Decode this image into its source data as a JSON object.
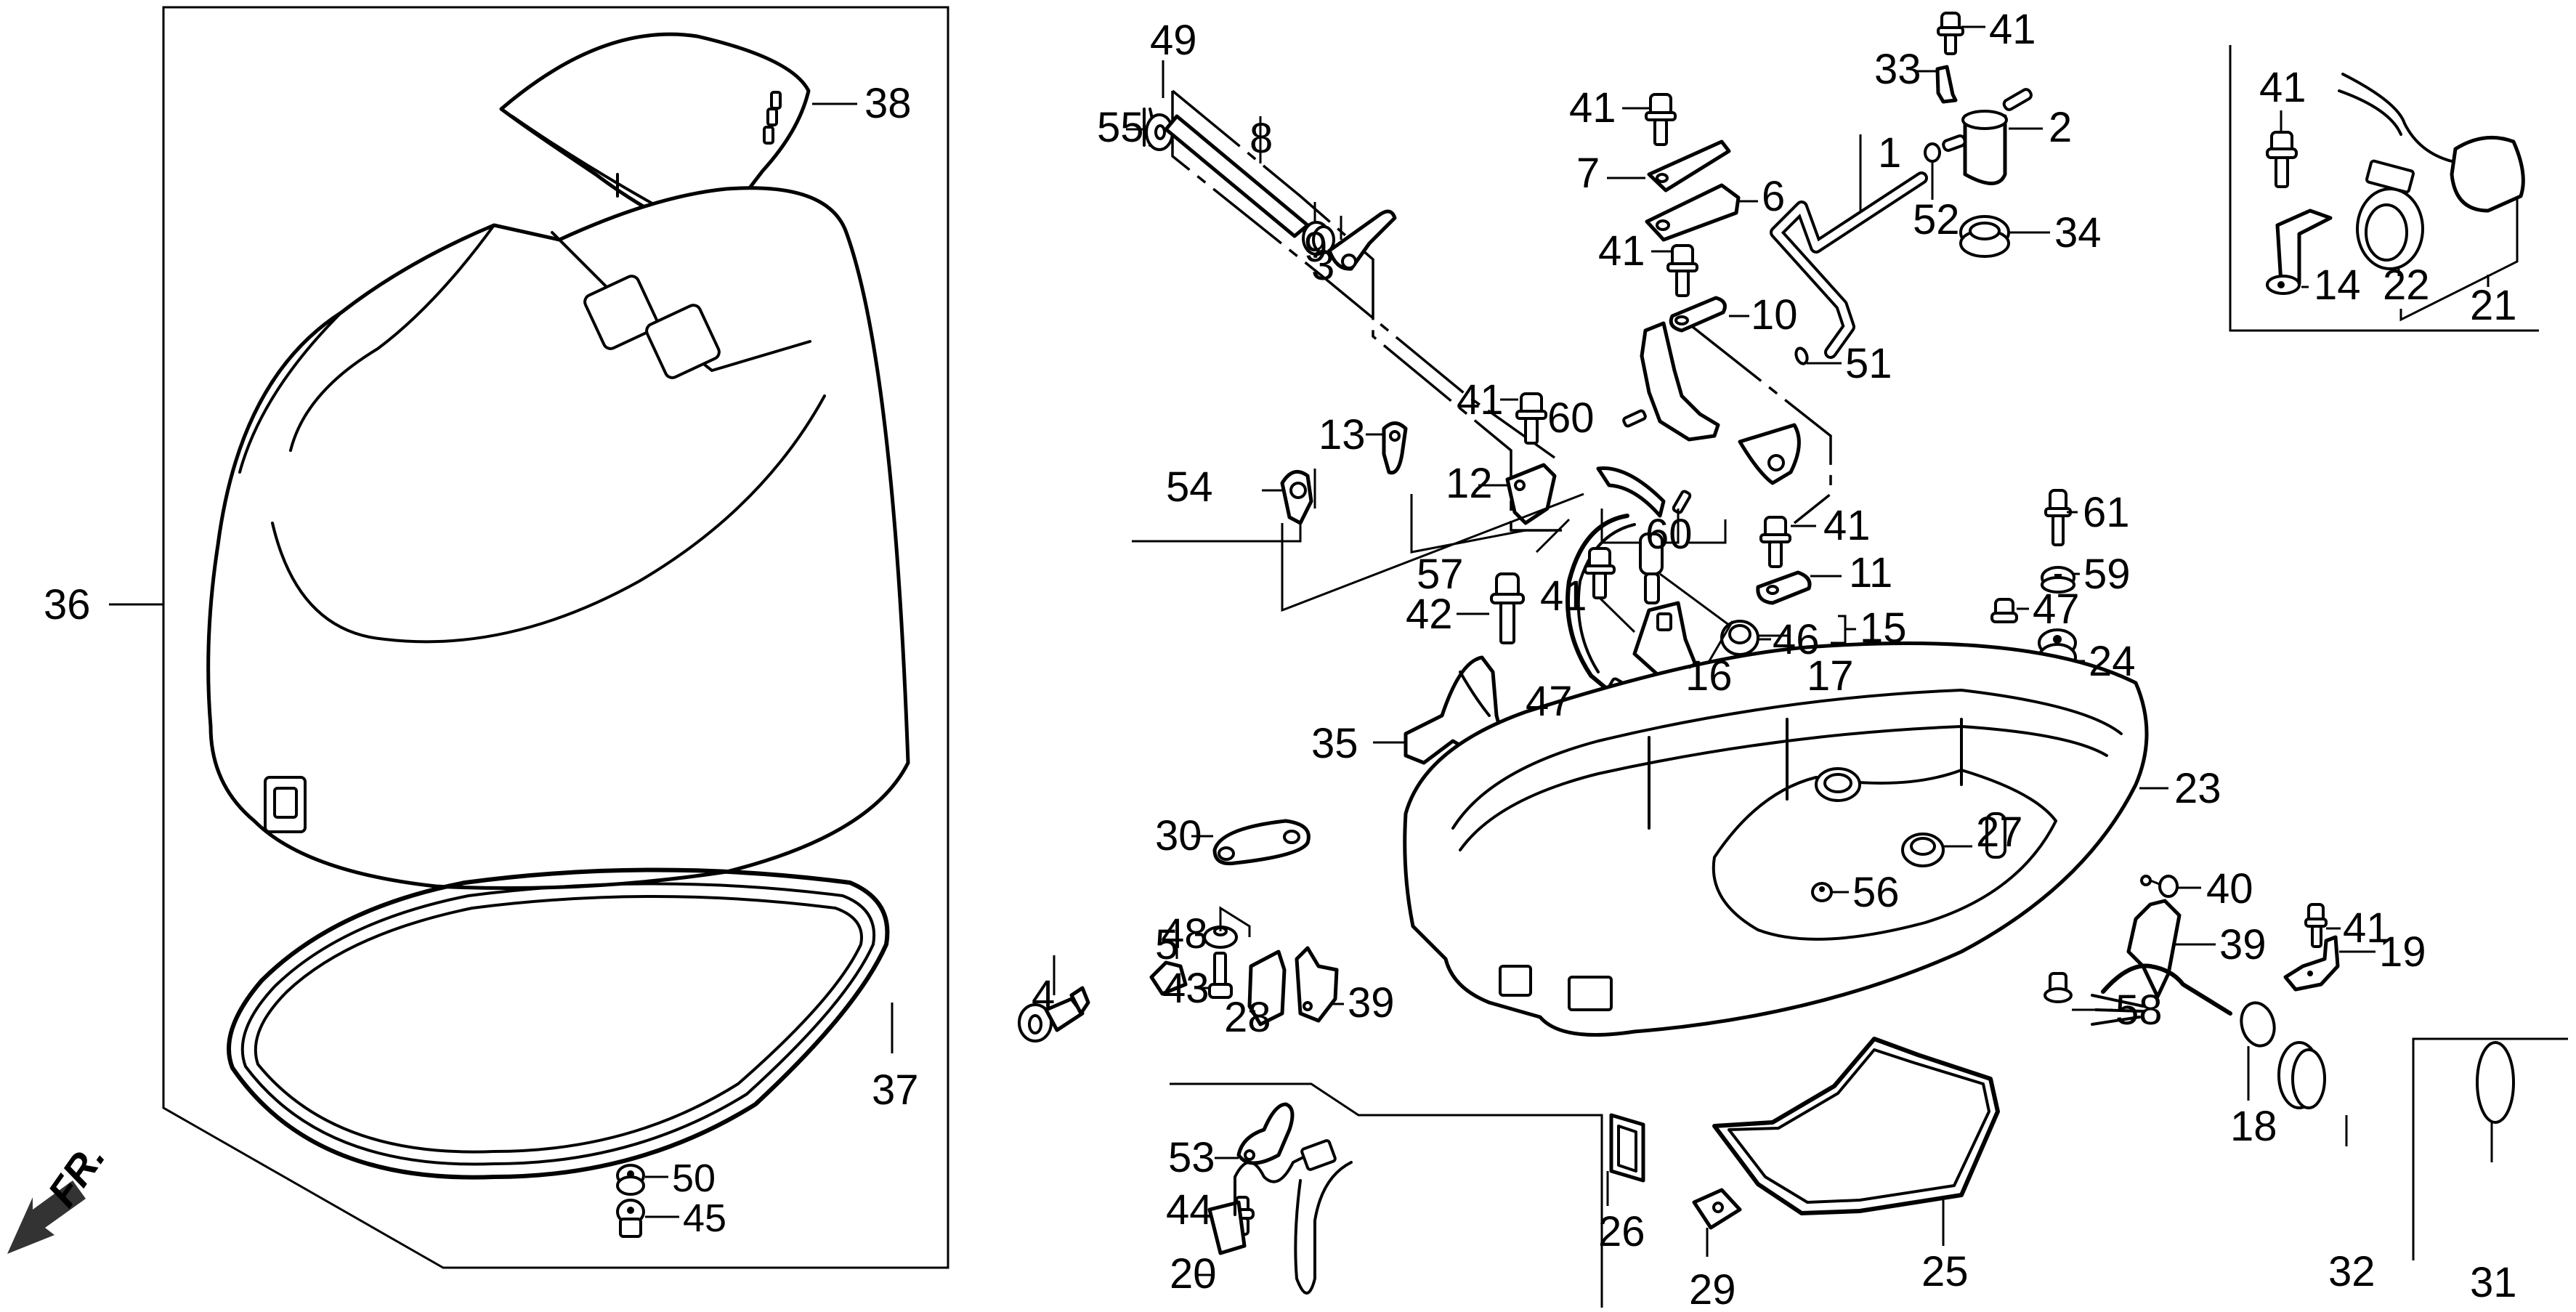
{
  "diagram": {
    "title": "Engine Cover / Under Case Exploded Parts Diagram",
    "direction_indicator": "FR.",
    "colors": {
      "ink": "#000000",
      "background": "#ffffff"
    },
    "callouts": [
      {
        "id": "c1",
        "label": "1"
      },
      {
        "id": "c2",
        "label": "2"
      },
      {
        "id": "c3",
        "label": "3"
      },
      {
        "id": "c4",
        "label": "4"
      },
      {
        "id": "c5",
        "label": "5"
      },
      {
        "id": "c6",
        "label": "6"
      },
      {
        "id": "c7",
        "label": "7"
      },
      {
        "id": "c8",
        "label": "8"
      },
      {
        "id": "c9",
        "label": "9"
      },
      {
        "id": "c10",
        "label": "10"
      },
      {
        "id": "c11",
        "label": "11"
      },
      {
        "id": "c12",
        "label": "12"
      },
      {
        "id": "c13",
        "label": "13"
      },
      {
        "id": "c14",
        "label": "14"
      },
      {
        "id": "c15",
        "label": "15"
      },
      {
        "id": "c16",
        "label": "16"
      },
      {
        "id": "c17",
        "label": "17"
      },
      {
        "id": "c18",
        "label": "18"
      },
      {
        "id": "c19",
        "label": "19"
      },
      {
        "id": "c20",
        "label": "20"
      },
      {
        "id": "c21",
        "label": "21"
      },
      {
        "id": "c22",
        "label": "22"
      },
      {
        "id": "c23",
        "label": "23"
      },
      {
        "id": "c24",
        "label": "24"
      },
      {
        "id": "c25",
        "label": "25"
      },
      {
        "id": "c26",
        "label": "26"
      },
      {
        "id": "c27",
        "label": "27"
      },
      {
        "id": "c28",
        "label": "28"
      },
      {
        "id": "c29",
        "label": "29"
      },
      {
        "id": "c30",
        "label": "30"
      },
      {
        "id": "c31",
        "label": "31"
      },
      {
        "id": "c32",
        "label": "32"
      },
      {
        "id": "c33",
        "label": "33"
      },
      {
        "id": "c34",
        "label": "34"
      },
      {
        "id": "c35",
        "label": "35"
      },
      {
        "id": "c36",
        "label": "36"
      },
      {
        "id": "c37",
        "label": "37"
      },
      {
        "id": "c38",
        "label": "38"
      },
      {
        "id": "c39a",
        "label": "39"
      },
      {
        "id": "c39b",
        "label": "39"
      },
      {
        "id": "c40",
        "label": "40"
      },
      {
        "id": "c41a",
        "label": "41"
      },
      {
        "id": "c41b",
        "label": "41"
      },
      {
        "id": "c41c",
        "label": "41"
      },
      {
        "id": "c41d",
        "label": "41"
      },
      {
        "id": "c41e",
        "label": "41"
      },
      {
        "id": "c41f",
        "label": "41"
      },
      {
        "id": "c41g",
        "label": "41"
      },
      {
        "id": "c41h",
        "label": "41"
      },
      {
        "id": "c42",
        "label": "42"
      },
      {
        "id": "c43",
        "label": "43"
      },
      {
        "id": "c44",
        "label": "44"
      },
      {
        "id": "c45",
        "label": "45"
      },
      {
        "id": "c46",
        "label": "46"
      },
      {
        "id": "c47a",
        "label": "47"
      },
      {
        "id": "c47b",
        "label": "47"
      },
      {
        "id": "c48",
        "label": "48"
      },
      {
        "id": "c49",
        "label": "49"
      },
      {
        "id": "c50",
        "label": "50"
      },
      {
        "id": "c51",
        "label": "51"
      },
      {
        "id": "c52",
        "label": "52"
      },
      {
        "id": "c53",
        "label": "53"
      },
      {
        "id": "c54",
        "label": "54"
      },
      {
        "id": "c55",
        "label": "55"
      },
      {
        "id": "c56",
        "label": "56"
      },
      {
        "id": "c57",
        "label": "57"
      },
      {
        "id": "c58",
        "label": "58"
      },
      {
        "id": "c59",
        "label": "59"
      },
      {
        "id": "c60a",
        "label": "60"
      },
      {
        "id": "c60b",
        "label": "60"
      },
      {
        "id": "c61",
        "label": "61"
      }
    ]
  }
}
